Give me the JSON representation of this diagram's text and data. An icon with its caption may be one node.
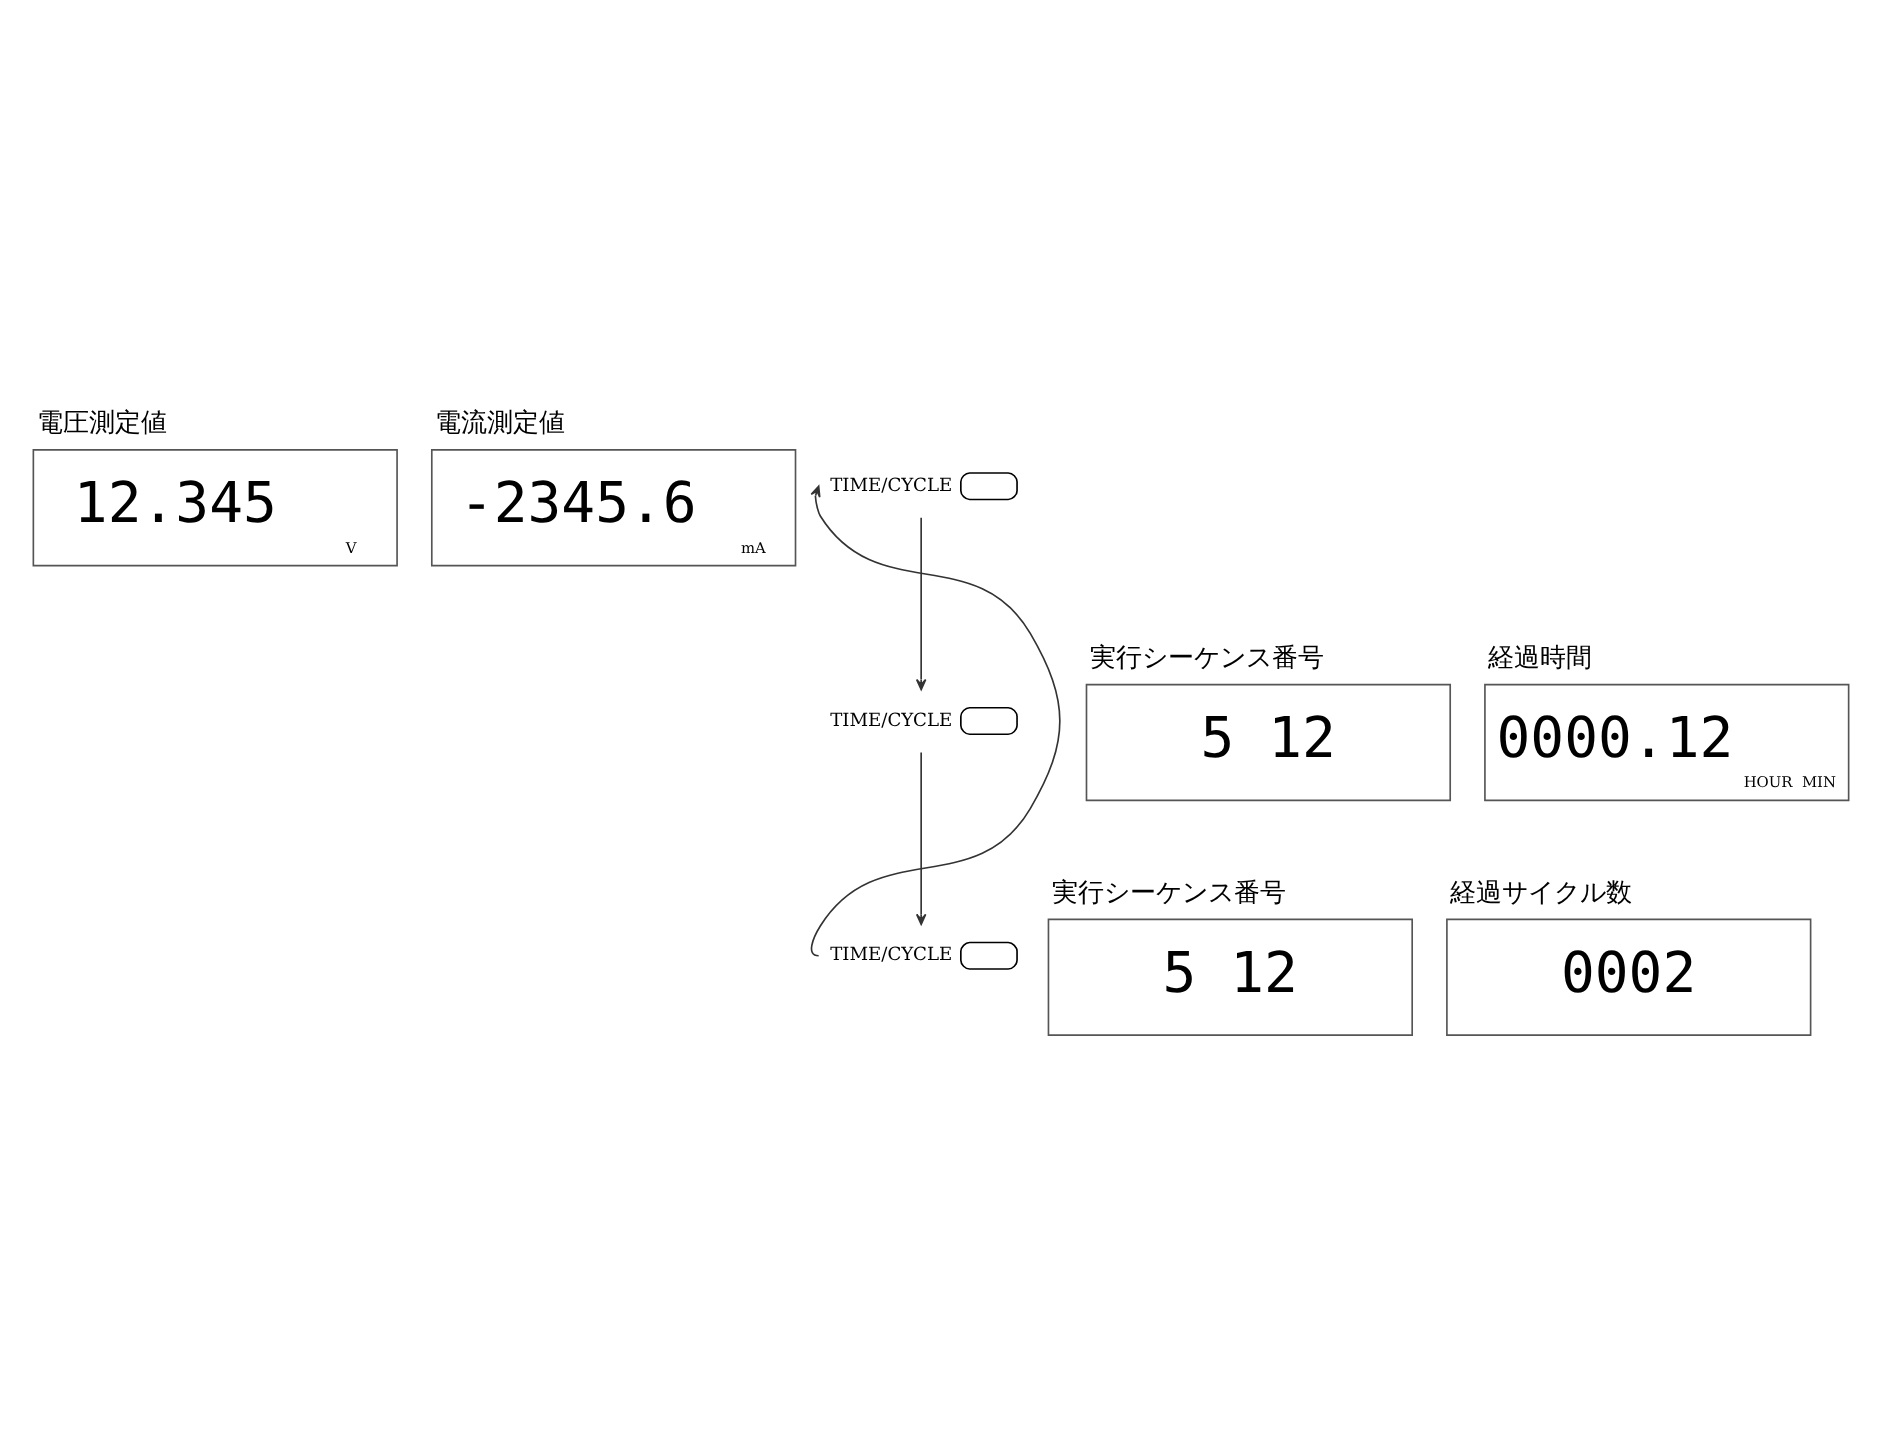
{
  "diagram": {
    "nodes": [
      {
        "text": [
          "電圧測定値",
          "12.345",
          "V"
        ]
      },
      {
        "text": [
          "電流測定値",
          "-2345.6",
          "mA"
        ]
      },
      {
        "text": [
          "TIME/CYCLE"
        ]
      },
      {
        "text": [
          "実行シーケンス番号",
          "5 12"
        ]
      },
      {
        "text": [
          "経過時間",
          "0000.12",
          "HOUR",
          "MIN"
        ]
      },
      {
        "text": [
          "TIME/CYCLE"
        ]
      },
      {
        "text": [
          "実行シーケンス番号",
          "5 12"
        ]
      },
      {
        "text": [
          "経過サイクル数",
          "0002"
        ]
      },
      {
        "text": [
          "TIME/CYCLE"
        ]
      }
    ],
    "edges": [
      {
        "from": 8,
        "to": 2,
        "arrow": "to"
      },
      {
        "from": 2,
        "to": 5,
        "arrow": "to"
      },
      {
        "from": 5,
        "to": 8,
        "arrow": "to"
      }
    ]
  }
}
